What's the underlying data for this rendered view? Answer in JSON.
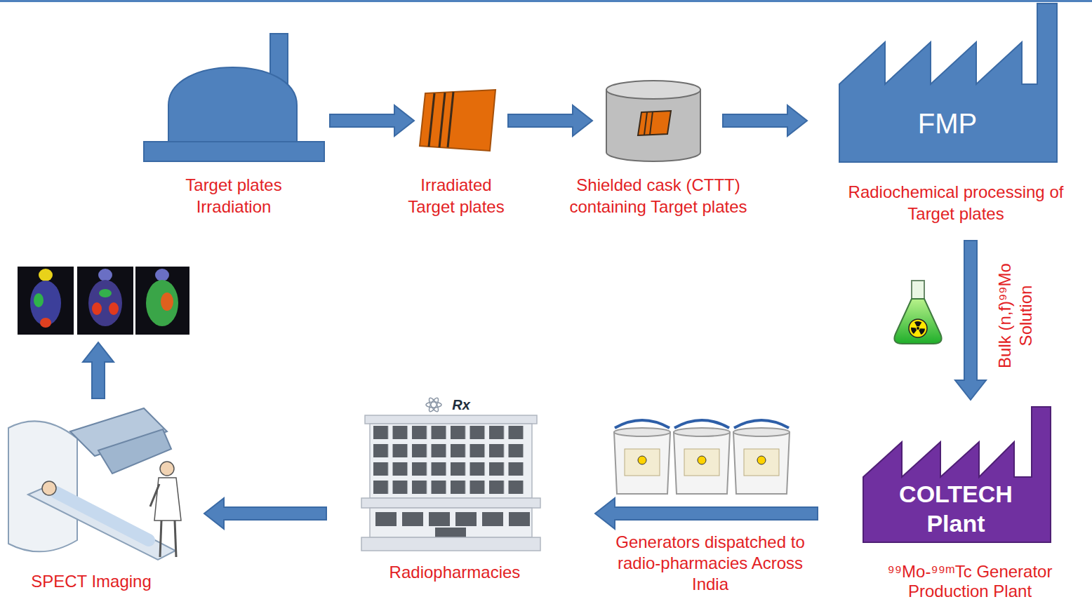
{
  "diagram": {
    "nodes": [
      {
        "text": [
          "Target plates Irradiation"
        ]
      },
      {
        "text": [
          "Irradiated Target plates"
        ]
      },
      {
        "text": [
          "Shielded cask (CTTT) containing Target plates"
        ]
      },
      {
        "text": [
          "FMP",
          "Radiochemical processing of Target plates"
        ]
      },
      {
        "text": [
          "COLTECH Plant",
          "⁹⁹Mo-⁹⁹ᵐTc Generator Production Plant"
        ]
      },
      {
        "text": [
          "Rx",
          "Radiopharmacies"
        ]
      },
      {
        "text": [
          "SPECT Imaging"
        ]
      }
    ],
    "edges": [
      {
        "from": 0,
        "to": 1,
        "arrow": "to"
      },
      {
        "from": 1,
        "to": 2,
        "arrow": "to"
      },
      {
        "from": 2,
        "to": 3,
        "arrow": "to"
      },
      {
        "from": 3,
        "to": 4,
        "arrow": "to",
        "label": "Bulk (n,f)⁹⁹Mo Solution"
      },
      {
        "from": 4,
        "to": 5,
        "arrow": "to",
        "label": "Generators dispatched to radio-pharmacies Across India"
      },
      {
        "from": 5,
        "to": 6,
        "arrow": "to"
      }
    ]
  }
}
